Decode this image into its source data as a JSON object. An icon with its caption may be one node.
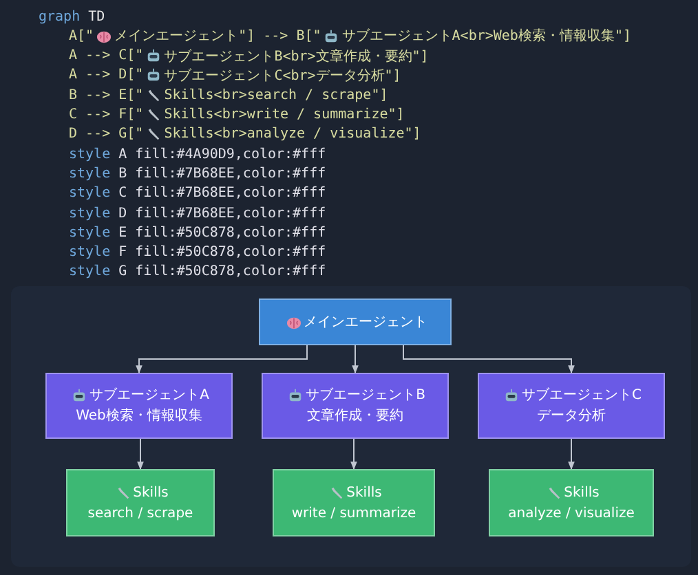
{
  "diagram": {
    "nodes": [
      {
        "text": [
          "メインエージェント"
        ]
      },
      {
        "text": [
          "サブエージェントA",
          "Web検索・情報収集"
        ]
      },
      {
        "text": [
          "サブエージェントB",
          "文章作成・要約"
        ]
      },
      {
        "text": [
          "サブエージェントC",
          "データ分析"
        ]
      },
      {
        "text": [
          "Skills",
          "search / scrape"
        ]
      },
      {
        "text": [
          "Skills",
          "write / summarize"
        ]
      },
      {
        "text": [
          "Skills",
          "analyze / visualize"
        ]
      }
    ],
    "edges": [
      {
        "from": 0,
        "to": 1,
        "arrow": "to"
      },
      {
        "from": 0,
        "to": 2,
        "arrow": "to"
      },
      {
        "from": 0,
        "to": 3,
        "arrow": "to"
      },
      {
        "from": 1,
        "to": 4,
        "arrow": "to"
      },
      {
        "from": 2,
        "to": 5,
        "arrow": "to"
      },
      {
        "from": 3,
        "to": 6,
        "arrow": "to"
      }
    ],
    "labels": [
      "graph",
      "TD",
      "A[\"",
      "メインエージェント\"] --> B[\"",
      "サブエージェントA<br>Web検索・情報収集\"]",
      "A --> C[\"",
      "サブエージェントB<br>文章作成・要約\"]",
      "A --> D[\"",
      "サブエージェントC<br>データ分析\"]",
      "B --> E[\"",
      "Skills<br>search / scrape\"]",
      "C --> F[\"",
      "Skills<br>write / summarize\"]",
      "D --> G[\"",
      "Skills<br>analyze / visualize\"]",
      "style",
      "A fill:#4A90D9,color:#fff",
      "style",
      "B fill:#7B68EE,color:#fff",
      "style",
      "C fill:#7B68EE,color:#fff",
      "style",
      "D fill:#7B68EE,color:#fff",
      "style",
      "E fill:#50C878,color:#fff",
      "style",
      "F fill:#50C878,color:#fff",
      "style",
      "G fill:#50C878,color:#fff"
    ]
  }
}
